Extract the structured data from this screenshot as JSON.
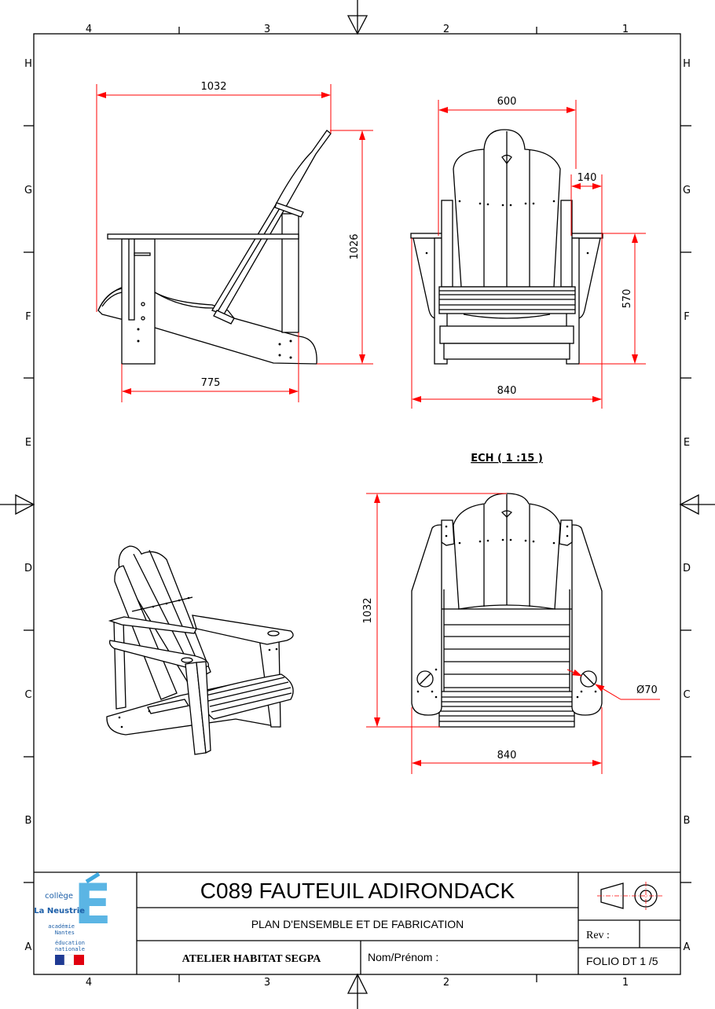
{
  "zones": {
    "columns": [
      "4",
      "3",
      "2",
      "1"
    ],
    "rows": [
      "H",
      "G",
      "F",
      "E",
      "D",
      "C",
      "B",
      "A"
    ]
  },
  "scale_label": "ECH ( 1 :15 )",
  "dimensions": {
    "side_length": "1032",
    "side_height": "1026",
    "side_depth": "775",
    "front_back_width": "600",
    "front_arm_width": "140",
    "front_arm_height": "570",
    "front_width": "840",
    "top_length": "1032",
    "top_width": "840",
    "cup_hole_diameter": "Ø70"
  },
  "title_block": {
    "logo": {
      "college": "collège",
      "name": "La Neustrie",
      "academie": "académie",
      "city": "Nantes",
      "ministry_1": "éducation",
      "ministry_2": "nationale"
    },
    "title": "C089 FAUTEUIL ADIRONDACK",
    "subtitle": "PLAN D'ENSEMBLE ET DE FABRICATION",
    "workshop": "ATELIER HABITAT SEGPA",
    "name_label": "Nom/Prénom :",
    "rev_label": "Rev :",
    "folio": "FOLIO DT 1 /5",
    "projection_icon": "first-angle-projection-icon"
  },
  "colors": {
    "dimension": "#ff0000",
    "line": "#000000",
    "logo_blue": "#3fa9e0"
  }
}
